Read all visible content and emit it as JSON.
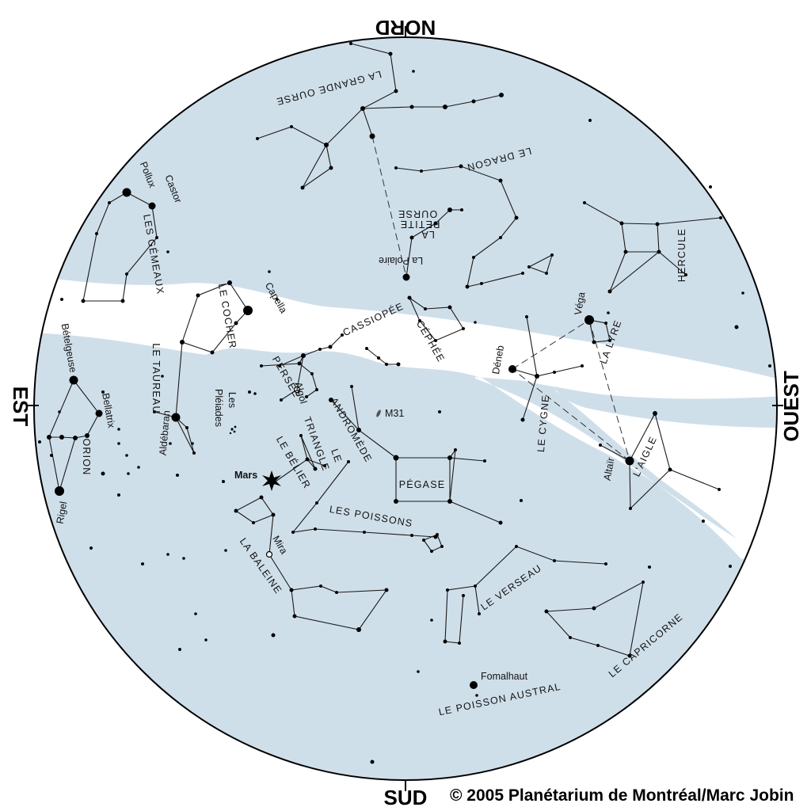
{
  "directions": {
    "north": "NORD",
    "south": "SUD",
    "east": "EST",
    "west": "OUEST"
  },
  "copyright": "© 2005 Planétarium de Montréal/Marc Jobin",
  "colors": {
    "sky": "#cfdfea",
    "milky_way": "#ffffff",
    "ink": "#000000"
  },
  "constellations": {
    "grande_ourse": "LA GRANDE OURSE",
    "dragon": "LE DRAGON",
    "petite_ourse_1": "LA",
    "petite_ourse_2": "PETITE",
    "petite_ourse_3": "OURSE",
    "hercule": "HERCULE",
    "gemeaux": "LES GÉMEAUX",
    "cocher": "LE COCHER",
    "cassiopee": "CASSIOPÉE",
    "cephee": "CÉPHÉE",
    "lyre": "LA LYRE",
    "taureau": "LE TAUREAU",
    "persee": "PERSÉE",
    "andromede": "ANDROMÈDE",
    "triangle_1": "LE",
    "triangle_2": "TRIANGLE",
    "cygne": "LE CYGNE",
    "orion": "ORION",
    "belier": "LE BÉLIER",
    "pegase": "PÉGASE",
    "aigle": "L'AIGLE",
    "poissons": "LES POISSONS",
    "baleine": "LA BALEINE",
    "verseau": "LE VERSEAU",
    "capricorne": "LE CAPRICORNE",
    "poisson_austral": "LE POISSON AUSTRAL"
  },
  "stars": {
    "polaire": "La Polaire",
    "castor": "Castor",
    "pollux": "Pollux",
    "capella": "Capella",
    "vega": "Véga",
    "deneb": "Déneb",
    "betelgeuse": "Bételgeuse",
    "bellatrix": "Bellatrix",
    "rigel": "Rigel",
    "aldebaran": "Aldébaran",
    "pleiades_1": "Les",
    "pleiades_2": "Pléiades",
    "algol": "Algol",
    "m31": "M31",
    "altair": "Altaïr",
    "mars": "Mars",
    "mira": "Mira",
    "fomalhaut": "Fomalhaut"
  }
}
